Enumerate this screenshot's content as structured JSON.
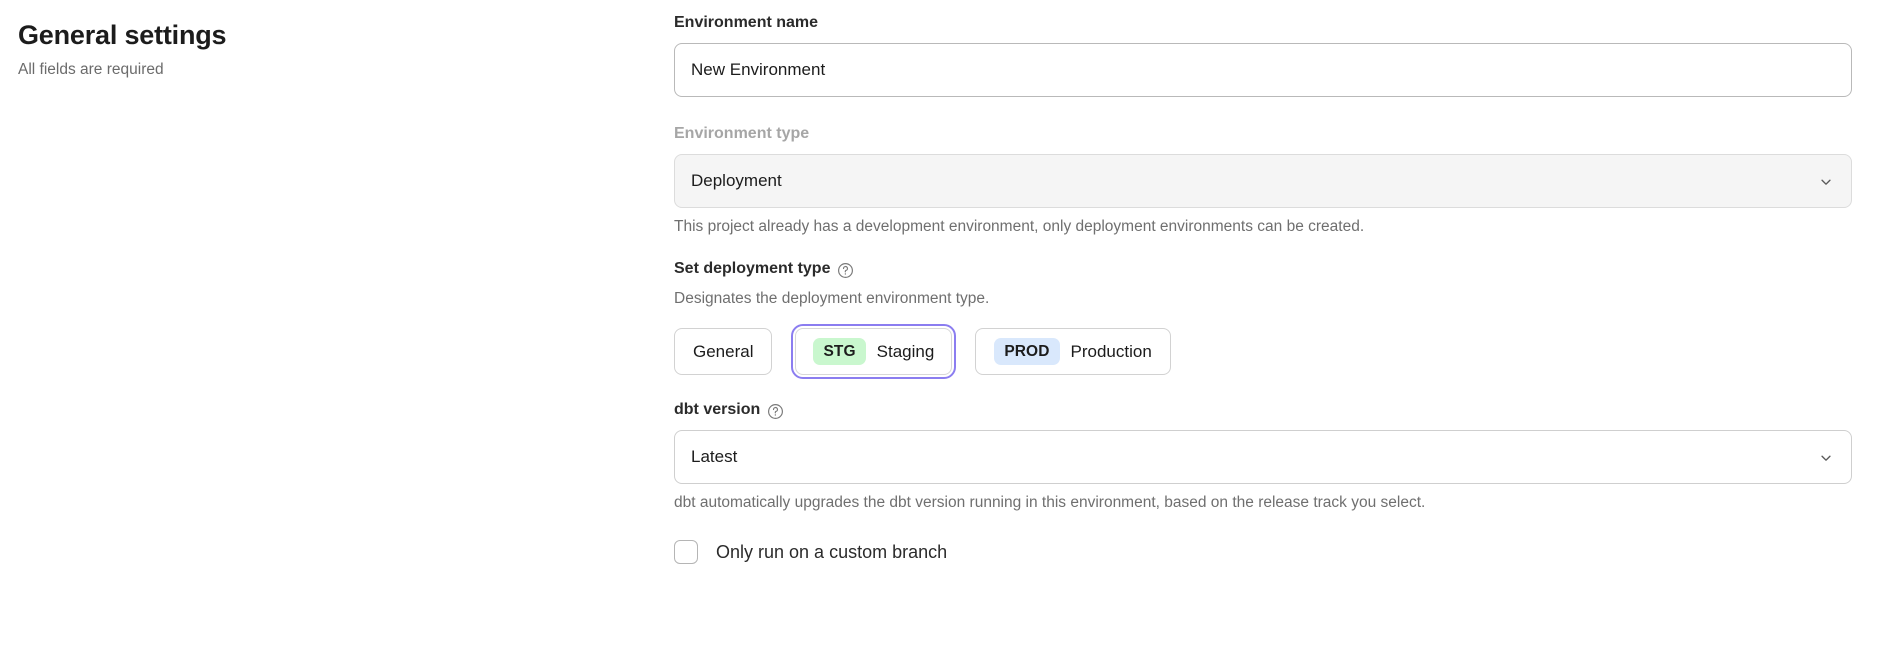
{
  "header": {
    "title": "General settings",
    "subtitle": "All fields are required"
  },
  "form": {
    "environment_name": {
      "label": "Environment name",
      "value": "New Environment",
      "placeholder": "Environment name"
    },
    "environment_type": {
      "label": "Environment type",
      "value": "Deployment",
      "help": "This project already has a development environment, only deployment environments can be created.",
      "chevron_icon": "chevron-down-icon",
      "disabled": true
    },
    "deployment_type": {
      "label": "Set deployment type",
      "help_icon": "question-circle-icon",
      "description": "Designates the deployment environment type.",
      "options": [
        {
          "label": "General",
          "badge": "",
          "badge_color": "",
          "selected": false
        },
        {
          "label": "Staging",
          "badge": "STG",
          "badge_color": "#c9f7ce",
          "selected": true
        },
        {
          "label": "Production",
          "badge": "PROD",
          "badge_color": "#d9e8fc",
          "selected": false
        }
      ]
    },
    "dbt_version": {
      "label": "dbt version",
      "help_icon": "question-circle-icon",
      "value": "Latest",
      "help": "dbt automatically upgrades the dbt version running in this environment, based on the release track you select.",
      "chevron_icon": "chevron-down-icon"
    },
    "custom_branch": {
      "label": "Only run on a custom branch",
      "checked": false
    }
  },
  "colors": {
    "focus_ring": "#8b7df0",
    "staging_badge": "#c9f7ce",
    "production_badge": "#d9e8fc",
    "text_primary": "#1c1c1c",
    "text_muted": "#6f6f6f"
  }
}
